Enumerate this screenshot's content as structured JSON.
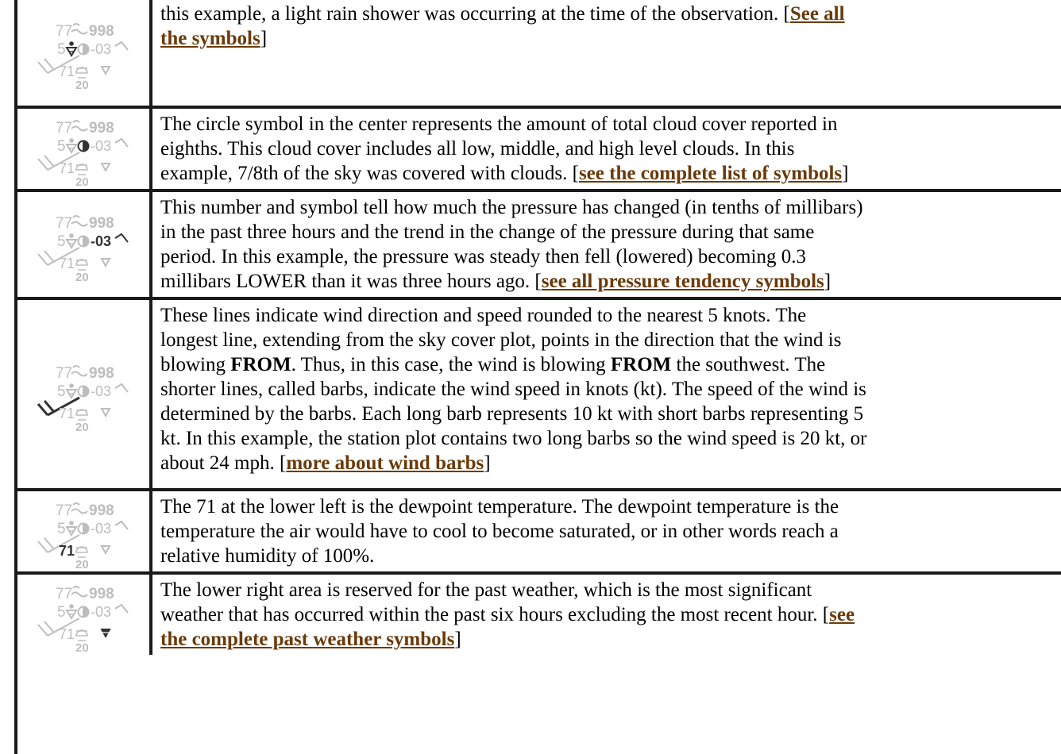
{
  "plot": {
    "temperature": "77",
    "pressure": "998",
    "visibility": "5",
    "pressure_change": "-03",
    "dewpoint": "71",
    "cloud_height": "20"
  },
  "rows": [
    {
      "highlight": "present_weather",
      "lines": [
        [
          {
            "t": "this example, a light rain shower was occurring at the time of the observation. ["
          },
          {
            "t": "See all",
            "link": true
          }
        ],
        [
          {
            "t": "the symbols",
            "link": true
          },
          {
            "t": "]"
          }
        ]
      ]
    },
    {
      "highlight": "cloud_cover",
      "lines": [
        [
          {
            "t": "The circle symbol in the center represents the amount of total cloud cover reported in"
          }
        ],
        [
          {
            "t": "eighths. This cloud cover includes all low, middle, and high level clouds. In this"
          }
        ],
        [
          {
            "t": "example, 7/8th of the sky was covered with clouds. ["
          },
          {
            "t": "see the complete list of symbols",
            "link": true
          },
          {
            "t": "]"
          }
        ]
      ]
    },
    {
      "highlight": "pressure_tendency",
      "lines": [
        [
          {
            "t": "This number and symbol tell how much the pressure has changed (in tenths of millibars)"
          }
        ],
        [
          {
            "t": "in the past three hours and the trend in the change of the pressure during that same"
          }
        ],
        [
          {
            "t": "period. In this example, the pressure was steady then fell (lowered) becoming 0.3"
          }
        ],
        [
          {
            "t": "millibars LOWER than it was three hours ago. ["
          },
          {
            "t": "see all pressure tendency symbols",
            "link": true
          },
          {
            "t": "]"
          }
        ]
      ]
    },
    {
      "highlight": "wind",
      "lines": [
        [
          {
            "t": "These lines indicate wind direction and speed rounded to the nearest 5 knots. The"
          }
        ],
        [
          {
            "t": "longest line, extending from the sky cover plot, points in the direction that the wind is"
          }
        ],
        [
          {
            "t": "blowing "
          },
          {
            "t": "FROM",
            "bold": true
          },
          {
            "t": ". Thus, in this case, the wind is blowing "
          },
          {
            "t": "FROM",
            "bold": true
          },
          {
            "t": " the southwest. The"
          }
        ],
        [
          {
            "t": "shorter lines, called barbs, indicate the wind speed in knots (kt). The speed of the wind is"
          }
        ],
        [
          {
            "t": "determined by the barbs. Each long barb represents 10 kt with short barbs representing 5"
          }
        ],
        [
          {
            "t": "kt. In this example, the station plot contains two long barbs so the wind speed is 20 kt, or"
          }
        ],
        [
          {
            "t": "about 24 mph. ["
          },
          {
            "t": "more about wind barbs",
            "link": true
          },
          {
            "t": "]"
          }
        ]
      ]
    },
    {
      "highlight": "dewpoint",
      "lines": [
        [
          {
            "t": "The 71 at the lower left is the dewpoint temperature. The dewpoint temperature is the"
          }
        ],
        [
          {
            "t": "temperature the air would have to cool to become saturated, or in other words reach a"
          }
        ],
        [
          {
            "t": "relative humidity of 100%."
          }
        ]
      ]
    },
    {
      "highlight": "past_weather",
      "lines": [
        [
          {
            "t": "The lower right area is reserved for the past weather, which is the most significant"
          }
        ],
        [
          {
            "t": "weather that has occurred within the past six hours excluding the most recent hour. ["
          },
          {
            "t": "see",
            "link": true
          }
        ],
        [
          {
            "t": "the complete past weather symbols",
            "link": true
          },
          {
            "t": "]"
          }
        ]
      ]
    }
  ]
}
